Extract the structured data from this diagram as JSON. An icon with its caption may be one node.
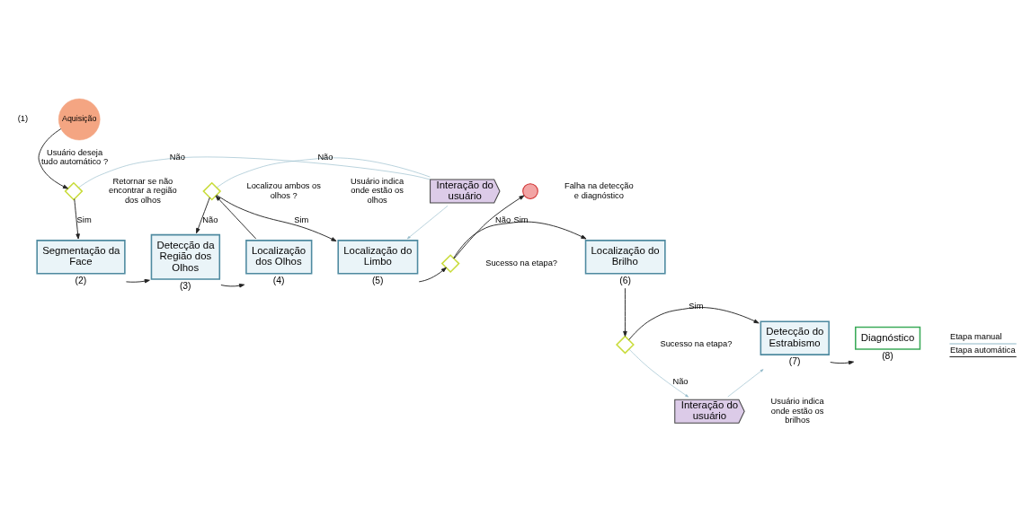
{
  "diagram": {
    "nodes": [
      {
        "text": [
          "Aquisição"
        ],
        "beside": [
          "(1)"
        ]
      },
      {
        "text": [],
        "shape": "diamond"
      },
      {
        "text": [
          "Segmentação da Face"
        ],
        "beside": [
          "(2)"
        ]
      },
      {
        "text": [
          "Detecção da Região dos Olhos"
        ],
        "beside": [
          "(3)"
        ]
      },
      {
        "text": [
          "Localização dos Olhos"
        ],
        "beside": [
          "(4)"
        ]
      },
      {
        "text": [],
        "shape": "diamond",
        "beside": [
          "Localizou ambos os olhos ?"
        ]
      },
      {
        "text": [
          "Interação do usuário"
        ]
      },
      {
        "text": [
          "Localização do Limbo"
        ],
        "beside": [
          "(5)"
        ]
      },
      {
        "text": [],
        "shape": "diamond",
        "beside": [
          "Sucesso na etapa?"
        ]
      },
      {
        "text": [],
        "shape": "circle",
        "beside": [
          "Falha na detecção e diagnóstico"
        ]
      },
      {
        "text": [
          "Localização do Brilho"
        ],
        "beside": [
          "(6)"
        ]
      },
      {
        "text": [],
        "shape": "diamond",
        "beside": [
          "Sucesso na etapa?"
        ]
      },
      {
        "text": [
          "Detecção do Estrabismo"
        ],
        "beside": [
          "(7)"
        ]
      },
      {
        "text": [
          "Diagnóstico"
        ],
        "beside": [
          "(8)"
        ]
      },
      {
        "text": [
          "Interação do usuário"
        ]
      }
    ],
    "edges": [
      {
        "from": 0,
        "to": 1,
        "arrow": "to",
        "label": "Usuário deseja tudo automático ?"
      },
      {
        "from": 1,
        "to": 2,
        "arrow": "to",
        "label": "Sim"
      },
      {
        "from": 1,
        "to": 6,
        "arrow": "none",
        "label": "Não",
        "color": "#8fb8c8"
      },
      {
        "from": 2,
        "to": 3,
        "arrow": "to"
      },
      {
        "from": 3,
        "to": 4,
        "arrow": "to"
      },
      {
        "from": 4,
        "to": 5,
        "arrow": "to"
      },
      {
        "from": 5,
        "to": 3,
        "arrow": "to",
        "label": "Não"
      },
      {
        "from": 5,
        "to": 6,
        "arrow": "none",
        "label": "Não",
        "color": "#8fb8c8"
      },
      {
        "from": 5,
        "to": 7,
        "arrow": "to",
        "label": "Sim"
      },
      {
        "from": 6,
        "to": 7,
        "arrow": "to",
        "color": "#8fb8c8"
      },
      {
        "from": 7,
        "to": 8,
        "arrow": "to"
      },
      {
        "from": 8,
        "to": 9,
        "arrow": "to",
        "label": "Não"
      },
      {
        "from": 8,
        "to": 10,
        "arrow": "to",
        "label": "Sim"
      },
      {
        "from": 10,
        "to": 11,
        "arrow": "to"
      },
      {
        "from": 11,
        "to": 12,
        "arrow": "to",
        "label": "Sim"
      },
      {
        "from": 12,
        "to": 13,
        "arrow": "to"
      },
      {
        "from": 11,
        "to": 14,
        "arrow": "to",
        "label": "Não",
        "color": "#8fb8c8"
      },
      {
        "from": 14,
        "to": 12,
        "arrow": "to",
        "color": "#8fb8c8"
      }
    ],
    "labels": [
      "Usuário indica onde estão os olhos",
      "Retornar se não encontrar a região dos olhos",
      "Usuário indica onde estão os brilhos"
    ],
    "legend": [
      {
        "text": "Etapa manual"
      },
      {
        "text": "Etapa automática"
      }
    ]
  }
}
